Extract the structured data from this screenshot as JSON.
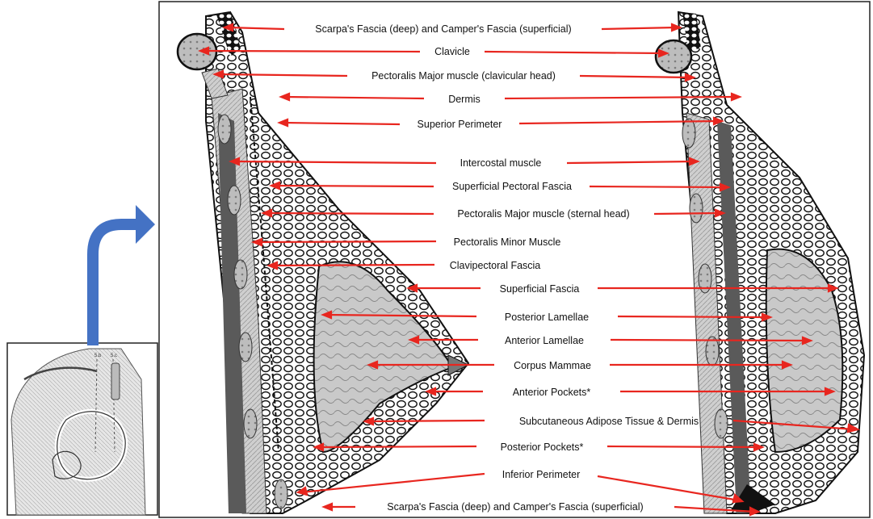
{
  "diagram": {
    "inset": {
      "labels": [
        "5.b",
        "5.c"
      ]
    },
    "labels": [
      "Scarpa's Fascia (deep) and Camper's Fascia (superficial)",
      "Clavicle",
      "Pectoralis Major muscle (clavicular head)",
      "Dermis",
      "Superior Perimeter",
      "Intercostal muscle",
      "Superficial Pectoral Fascia",
      "Pectoralis Major muscle (sternal head)",
      "Pectoralis Minor Muscle",
      "Clavipectoral Fascia",
      "Superficial Fascia",
      "Posterior Lamellae",
      "Anterior Lamellae",
      "Corpus Mammae",
      "Anterior Pockets*",
      "Subcutaneous Adipose Tissue & Dermis",
      "Posterior Pockets*",
      "Inferior Perimeter",
      "Scarpa's Fascia (deep) and Camper's Fascia (superficial)"
    ],
    "colors": {
      "arrow": "#e8261f",
      "flow_arrow": "#4472c4",
      "frame": "#222222"
    }
  }
}
